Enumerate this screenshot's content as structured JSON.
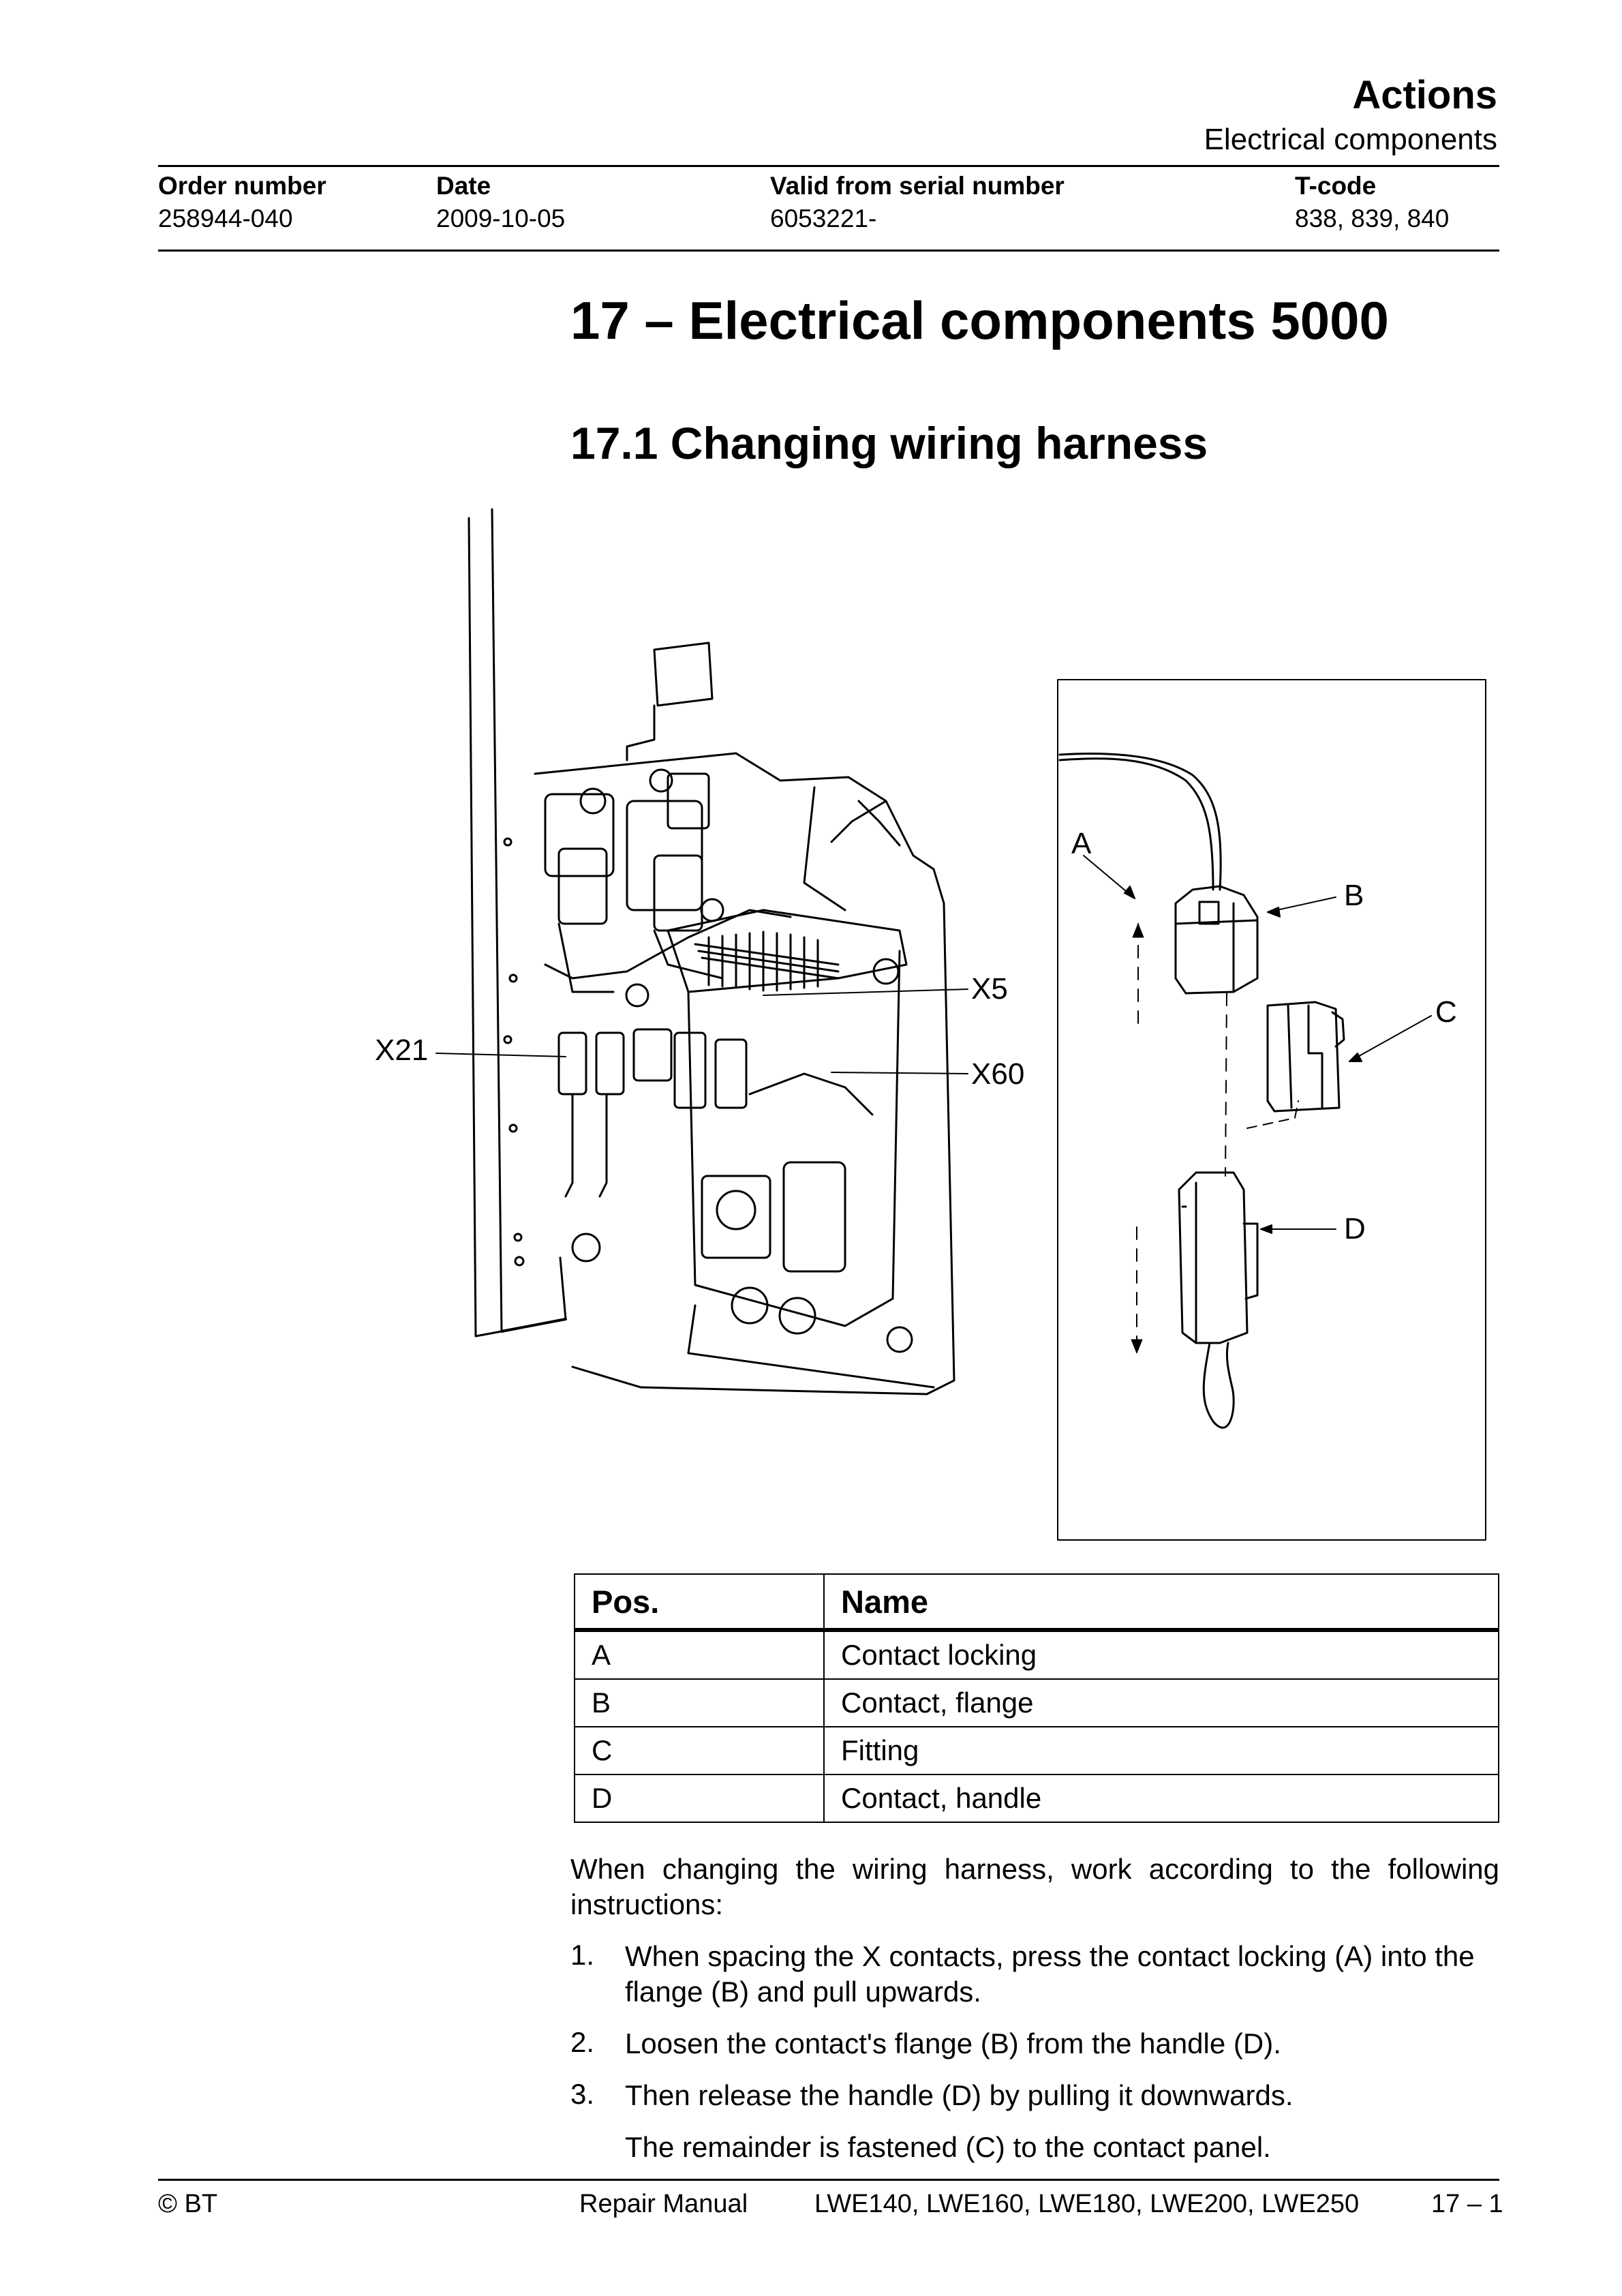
{
  "header": {
    "title": "Actions",
    "subtitle": "Electrical components",
    "columns": [
      {
        "label": "Order number",
        "value": "258944-040"
      },
      {
        "label": "Date",
        "value": "2009-10-05"
      },
      {
        "label": "Valid from serial number",
        "value": "6053221-"
      },
      {
        "label": "T-code",
        "value": "838, 839, 840"
      }
    ]
  },
  "chapter_title": "17 – Electrical components 5000",
  "section_title": "17.1  Changing wiring harness",
  "figure": {
    "labels": {
      "x21": "X21",
      "x5": "X5",
      "x60": "X60",
      "a": "A",
      "b": "B",
      "c": "C",
      "d": "D"
    }
  },
  "table": {
    "headers": [
      "Pos.",
      "Name"
    ],
    "rows": [
      {
        "pos": "A",
        "name": "Contact locking"
      },
      {
        "pos": "B",
        "name": "Contact, flange"
      },
      {
        "pos": "C",
        "name": "Fitting"
      },
      {
        "pos": "D",
        "name": "Contact, handle"
      }
    ]
  },
  "intro": "When changing the wiring harness, work according to the following instructions:",
  "steps": [
    {
      "num": "1.",
      "text": "When spacing the X contacts, press the contact locking (A) into the flange (B) and pull upwards."
    },
    {
      "num": "2.",
      "text": "Loosen the contact's flange (B) from the handle (D)."
    },
    {
      "num": "3.",
      "text": "Then release the handle (D) by pulling it downwards."
    }
  ],
  "note": "The remainder is fastened (C) to the contact panel.",
  "footer": {
    "copyright": "© BT",
    "manual": "Repair Manual",
    "models": "LWE140, LWE160, LWE180, LWE200, LWE250",
    "page": "17 – 1"
  }
}
